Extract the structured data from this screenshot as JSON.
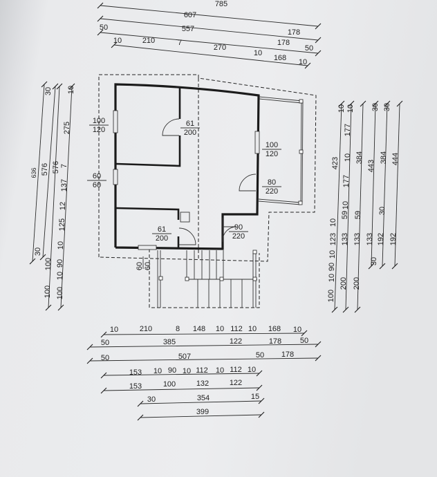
{
  "dimensions": {
    "top": [
      "785",
      "607",
      "178",
      "50",
      "557",
      "178",
      "50",
      "10",
      "210",
      "7",
      "270",
      "10",
      "168",
      "10"
    ],
    "left": [
      "636",
      "30",
      "576",
      "30",
      "576",
      "100",
      "100",
      "10",
      "275",
      "7",
      "137",
      "12",
      "125",
      "10",
      "90",
      "10",
      "100"
    ],
    "right": [
      "10",
      "423",
      "10",
      "123",
      "10",
      "90",
      "10",
      "100",
      "10",
      "177",
      "10",
      "177",
      "10",
      "59",
      "133",
      "200",
      "384",
      "59",
      "133",
      "200",
      "30",
      "443",
      "133",
      "30",
      "30",
      "384",
      "30",
      "192",
      "444",
      "192"
    ],
    "bottom": [
      "10",
      "210",
      "8",
      "148",
      "10",
      "112",
      "10",
      "168",
      "10",
      "50",
      "385",
      "122",
      "178",
      "50",
      "50",
      "507",
      "50",
      "178",
      "153",
      "10",
      "90",
      "10",
      "112",
      "10",
      "112",
      "10",
      "153",
      "100",
      "132",
      "122",
      "30",
      "354",
      "15",
      "399"
    ]
  },
  "openings": [
    {
      "width": "100",
      "height": "120"
    },
    {
      "width": "61",
      "height": "200"
    },
    {
      "width": "60",
      "height": "60"
    },
    {
      "width": "100",
      "height": "120"
    },
    {
      "width": "80",
      "height": "220"
    },
    {
      "width": "61",
      "height": "200"
    },
    {
      "width": "90",
      "height": "220"
    },
    {
      "width": "60",
      "height": "60"
    }
  ]
}
